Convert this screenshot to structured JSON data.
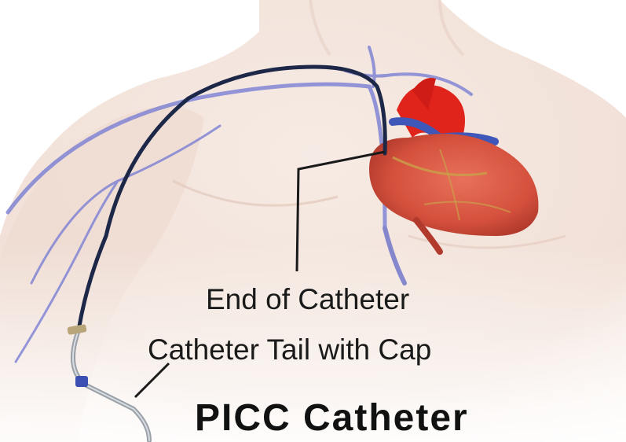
{
  "labels": {
    "end_of_catheter": "End of Catheter",
    "catheter_tail": "Catheter Tail with Cap",
    "title": "PICC Catheter"
  },
  "colors": {
    "skin": "#f3e4dc",
    "vein": "#7a7fd4",
    "catheter": "#1d2748",
    "heart": "#d9533f",
    "aorta": "#e0241c"
  }
}
